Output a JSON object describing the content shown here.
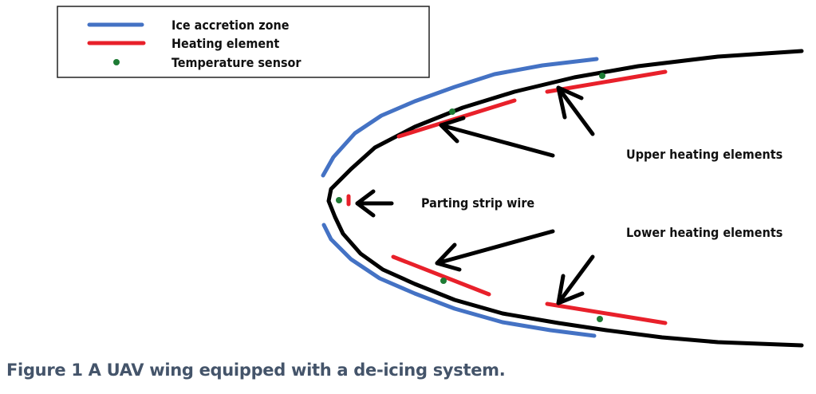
{
  "colors": {
    "ice_accretion_zone": "#4472c4",
    "heating_element": "#e8202a",
    "temperature_sensor": "#1e7b34",
    "airfoil": "#000000",
    "caption": "#44546a"
  },
  "legend": {
    "items": [
      {
        "label": "Ice accretion zone",
        "symbol": "blue-line"
      },
      {
        "label": "Heating element",
        "symbol": "red-line"
      },
      {
        "label": "Temperature sensor",
        "symbol": "green-dot"
      }
    ]
  },
  "labels": {
    "upper": "Upper heating elements",
    "parting": "Parting strip wire",
    "lower": "Lower heating elements"
  },
  "caption": "Figure 1 A UAV wing equipped with a de-icing system."
}
